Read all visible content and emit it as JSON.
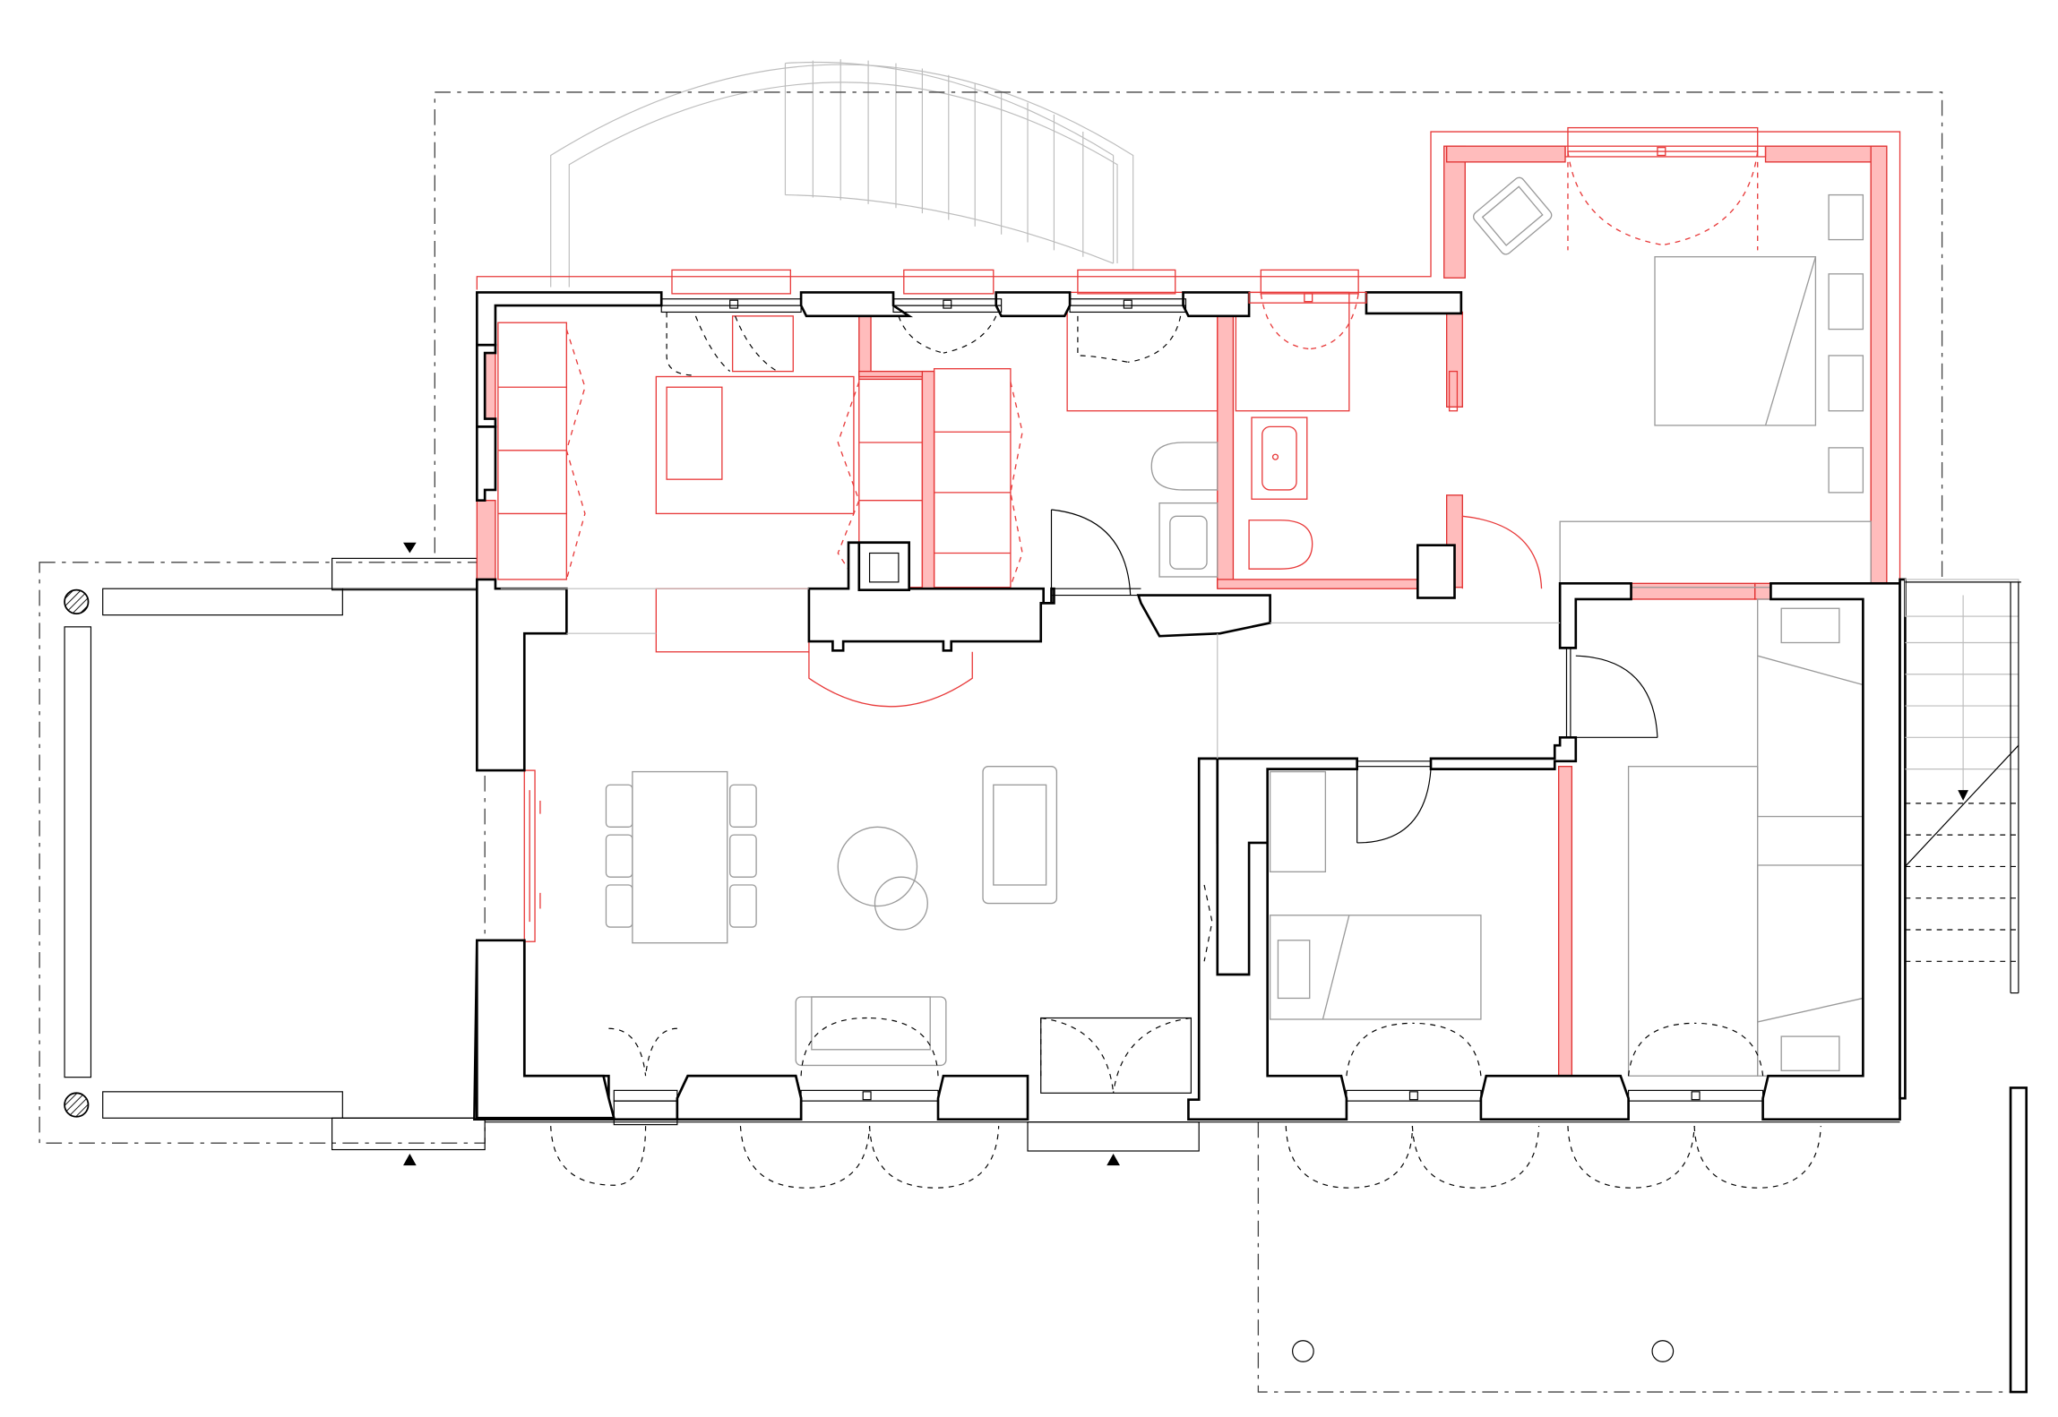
{
  "drawing": {
    "kind": "architectural floor plan",
    "colors": {
      "existing_wall": "#000000",
      "new_wall_fill": "#ffbcbc",
      "new_wall_line": "#e83a3a",
      "furniture": "#9a9a9a",
      "background": "#ffffff"
    },
    "symbols": [
      "section-marker-arrow",
      "column-circle",
      "hatched-post",
      "door-swing",
      "window",
      "stair"
    ]
  }
}
